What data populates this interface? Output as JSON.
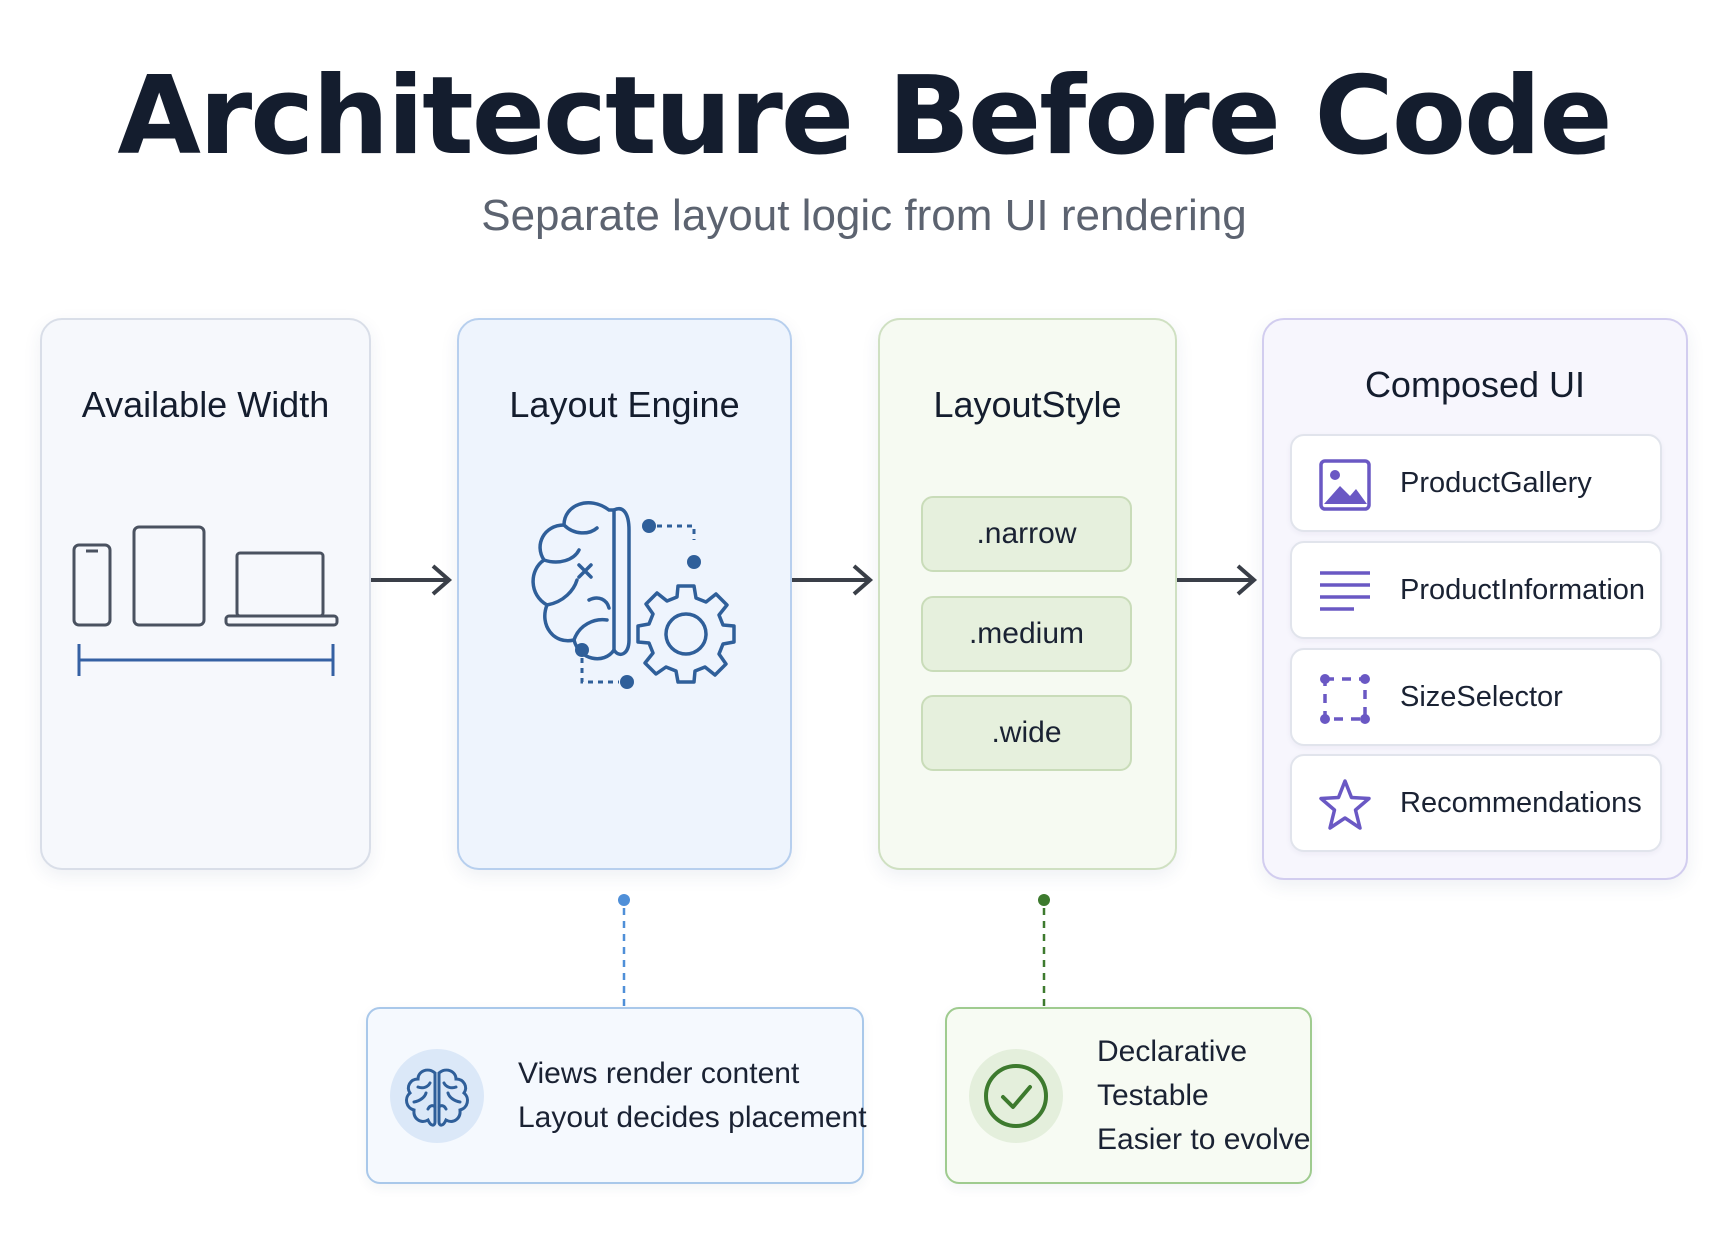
{
  "title": "Architecture Before Code",
  "subtitle": "Separate layout logic from UI rendering",
  "stages": {
    "available_width": {
      "title": "Available Width",
      "icons": [
        "phone-icon",
        "tablet-icon",
        "laptop-icon",
        "width-ruler-icon"
      ]
    },
    "layout_engine": {
      "title": "Layout Engine",
      "icons": [
        "brain-icon",
        "gear-icon"
      ]
    },
    "layout_style": {
      "title": "LayoutStyle",
      "options": [
        ".narrow",
        ".medium",
        ".wide"
      ]
    },
    "composed_ui": {
      "title": "Composed UI",
      "components": [
        {
          "label": "ProductGallery",
          "icon": "image-icon"
        },
        {
          "label": "ProductInformation",
          "icon": "text-lines-icon"
        },
        {
          "label": "SizeSelector",
          "icon": "selection-box-icon"
        },
        {
          "label": "Recommendations",
          "icon": "star-icon"
        }
      ]
    }
  },
  "notes": {
    "engine_note": {
      "lines": [
        "Views render content",
        "Layout decides placement"
      ],
      "icon": "brain-icon"
    },
    "style_note": {
      "lines": [
        "Declarative",
        "Testable",
        "Easier to evolve"
      ],
      "icon": "check-circle-icon"
    }
  },
  "colors": {
    "title": "#141d2e",
    "subtitle": "#5c6370",
    "blue_accent": "#2f5f9a",
    "green_accent": "#3d7a2e",
    "purple_accent": "#6a58c4",
    "arrow": "#3a3f48"
  }
}
